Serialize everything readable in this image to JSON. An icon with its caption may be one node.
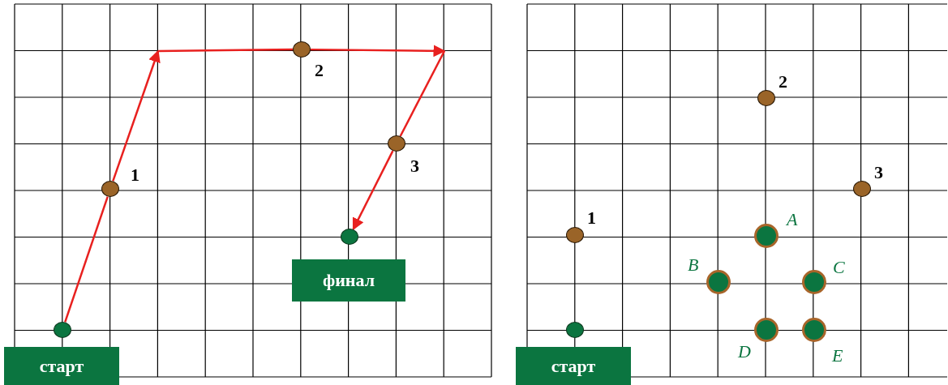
{
  "diagram": {
    "nodes": [
      {
        "text": [
          "старт"
        ]
      },
      {
        "text": [],
        "shape": "circle"
      },
      {
        "text": [],
        "shape": "circle",
        "beside": [
          "1"
        ]
      },
      {
        "text": [],
        "shape": "circle",
        "beside": [
          "2"
        ]
      },
      {
        "text": [],
        "shape": "circle",
        "beside": [
          "3"
        ]
      },
      {
        "text": [],
        "shape": "circle"
      },
      {
        "text": [
          "финал"
        ]
      },
      {
        "text": [
          "старт"
        ]
      },
      {
        "text": [],
        "shape": "circle"
      },
      {
        "text": [],
        "shape": "circle",
        "beside": [
          "1"
        ]
      },
      {
        "text": [],
        "shape": "circle",
        "beside": [
          "2"
        ]
      },
      {
        "text": [],
        "shape": "circle",
        "beside": [
          "3"
        ]
      },
      {
        "text": [],
        "shape": "circle",
        "beside": [
          "A"
        ]
      },
      {
        "text": [],
        "shape": "circle",
        "beside": [
          "B"
        ]
      },
      {
        "text": [],
        "shape": "circle",
        "beside": [
          "C"
        ]
      },
      {
        "text": [],
        "shape": "circle",
        "beside": [
          "D"
        ]
      },
      {
        "text": [],
        "shape": "circle",
        "beside": [
          "E"
        ]
      }
    ],
    "edges": [
      {
        "from": 1,
        "to": 2,
        "arrow": "none"
      },
      {
        "from": 2,
        "to": null,
        "arrow": "to"
      },
      {
        "from": null,
        "to": 3,
        "arrow": "none"
      },
      {
        "from": 3,
        "to": null,
        "arrow": "to"
      },
      {
        "from": null,
        "to": 4,
        "arrow": "none"
      },
      {
        "from": 4,
        "to": 5,
        "arrow": "to"
      }
    ]
  }
}
